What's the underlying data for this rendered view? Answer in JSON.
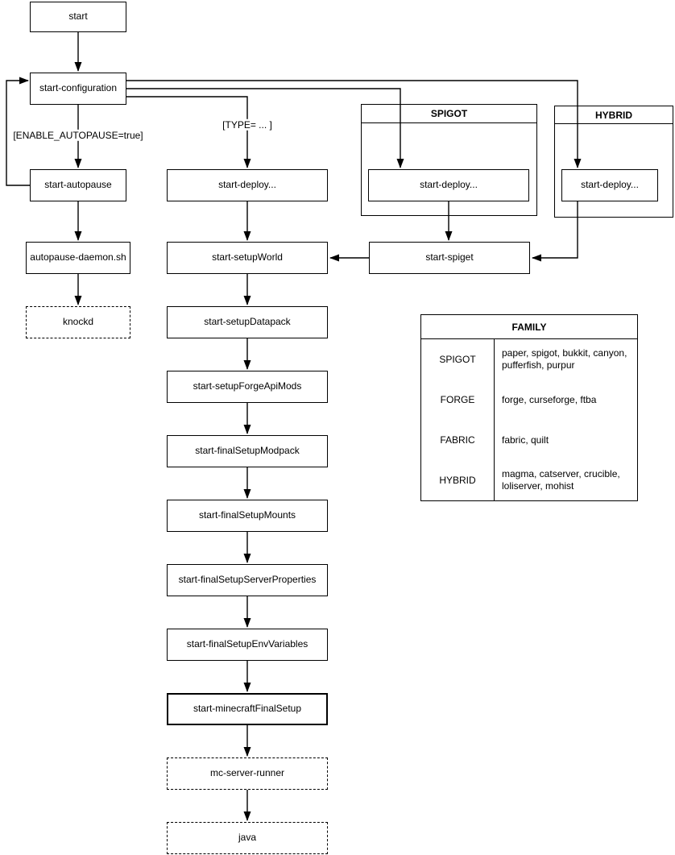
{
  "nodes": {
    "start": "start",
    "start_configuration": "start-configuration",
    "start_autopause": "start-autopause",
    "autopause_daemon": "autopause-daemon.sh",
    "knockd": "knockd",
    "start_deploy": "start-deploy...",
    "start_setup_world": "start-setupWorld",
    "start_setup_datapack": "start-setupDatapack",
    "start_setup_forge_api_mods": "start-setupForgeApiMods",
    "start_final_setup_modpack": "start-finalSetupModpack",
    "start_final_setup_mounts": "start-finalSetupMounts",
    "start_final_setup_server_properties": "start-finalSetupServerProperties",
    "start_final_setup_env_variables": "start-finalSetupEnvVariables",
    "start_minecraft_final_setup": "start-minecraftFinalSetup",
    "mc_server_runner": "mc-server-runner",
    "java": "java",
    "start_spiget": "start-spiget",
    "spigot_deploy": "start-deploy...",
    "hybrid_deploy": "start-deploy..."
  },
  "containers": {
    "spigot": "SPIGOT",
    "hybrid": "HYBRID"
  },
  "edge_labels": {
    "enable_autopause": "[ENABLE_AUTOPAUSE=true]",
    "type": "[TYPE= ... ]"
  },
  "family_table": {
    "title": "FAMILY",
    "rows": [
      {
        "family": "SPIGOT",
        "servers": "paper, spigot, bukkit, canyon, pufferfish, purpur"
      },
      {
        "family": "FORGE",
        "servers": "forge, curseforge, ftba"
      },
      {
        "family": "FABRIC",
        "servers": "fabric, quilt"
      },
      {
        "family": "HYBRID",
        "servers": "magma, catserver, crucible, loliserver, mohist"
      }
    ]
  },
  "colors": {
    "line": "#000000",
    "background": "#ffffff",
    "text": "#000000"
  }
}
